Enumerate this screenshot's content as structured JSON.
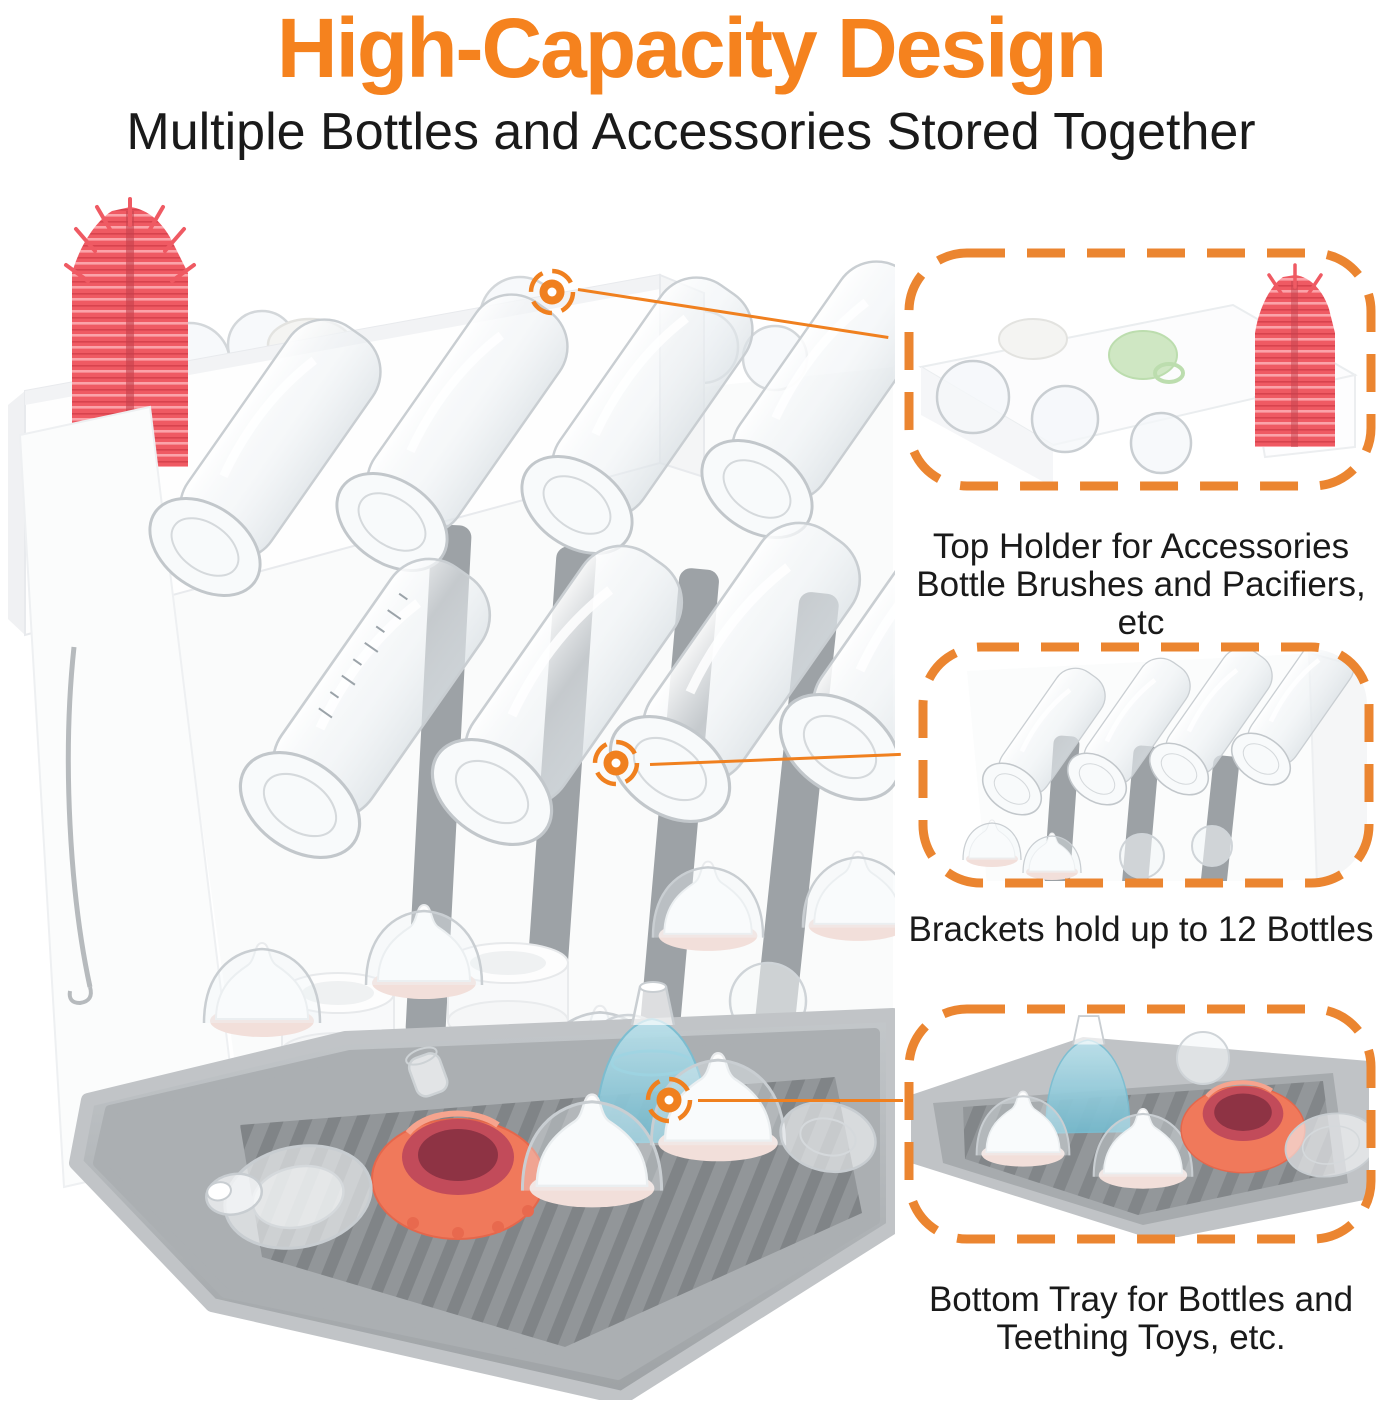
{
  "header": {
    "title": "High-Capacity Design",
    "subtitle": "Multiple Bottles and Accessories Stored Together"
  },
  "callouts": [
    {
      "id": "top-holder",
      "lines": [
        "Top Holder for Accessories",
        "Bottle Brushes and Pacifiers, etc"
      ]
    },
    {
      "id": "brackets",
      "lines": [
        "Brackets hold up to 12 Bottles"
      ]
    },
    {
      "id": "bottom-tray",
      "lines": [
        "Bottom Tray for Bottles and",
        "Teething Toys, etc."
      ]
    }
  ],
  "icons": {
    "marker": "target-dashed-circle-icon"
  },
  "colors": {
    "accent_orange": "#F5821E",
    "dash_orange": "#EB8530",
    "marker_orange": "#F0801F",
    "text_dark": "#1A1A1A",
    "brush_red": "#EF5A63",
    "pacifier_green": "#CFE7C3",
    "tray_gray": "#ABAFB2",
    "tray_rib_gray": "#7C8083",
    "bottle_blue": "#8FCBDC",
    "teether_coral": "#F0795B",
    "nipple_pink": "#F2DFDA"
  }
}
